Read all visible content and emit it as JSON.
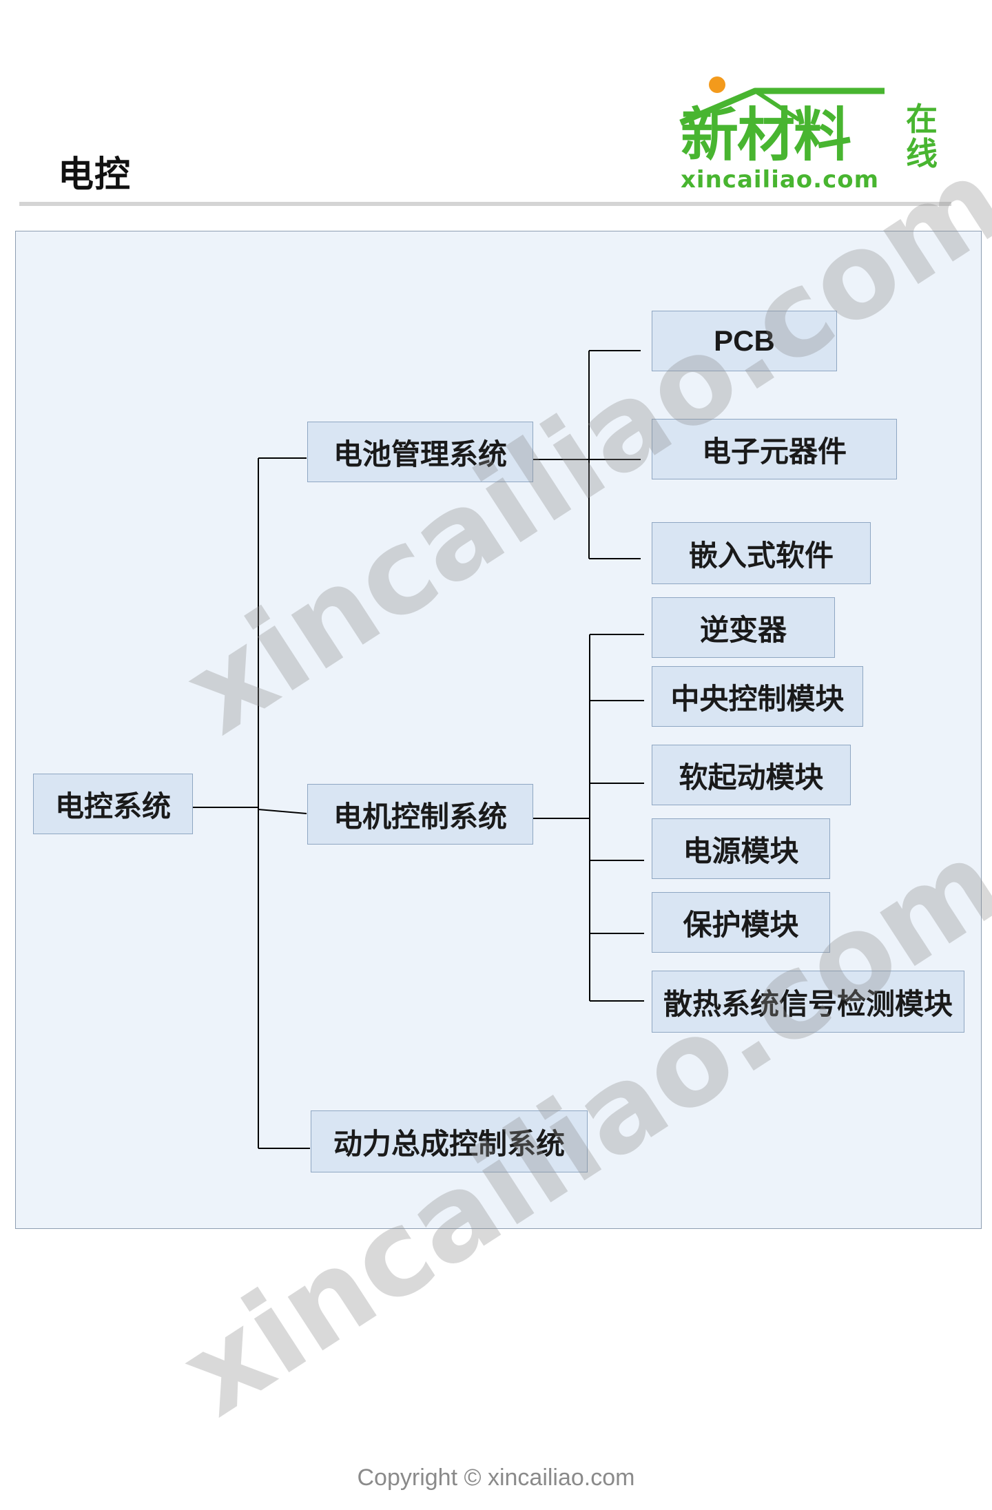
{
  "page": {
    "title": "电控"
  },
  "logo": {
    "brand_text": "新材料",
    "tag_text": "在线",
    "url_text": "xincailiao.com",
    "colors": {
      "brand": "#48b530",
      "dot": "#f39a1c"
    }
  },
  "diagram": {
    "root": "电控系统",
    "subsystems": [
      "电池管理系统",
      "电机控制系统",
      "动力总成控制系统"
    ],
    "battery_children": [
      "PCB",
      "电子元器件",
      "嵌入式软件"
    ],
    "motor_children": [
      "逆变器",
      "中央控制模块",
      "软起动模块",
      "电源模块",
      "保护模块",
      "散热系统信号检测模块"
    ],
    "colors": {
      "node_fill": "#d9e5f3",
      "node_border": "#8ea6c2",
      "panel_fill": "#edf3fa",
      "line": "#000000"
    }
  },
  "watermark": {
    "text": "xincailiao.com"
  },
  "footer": {
    "copyright": "Copyright © xincailiao.com"
  }
}
